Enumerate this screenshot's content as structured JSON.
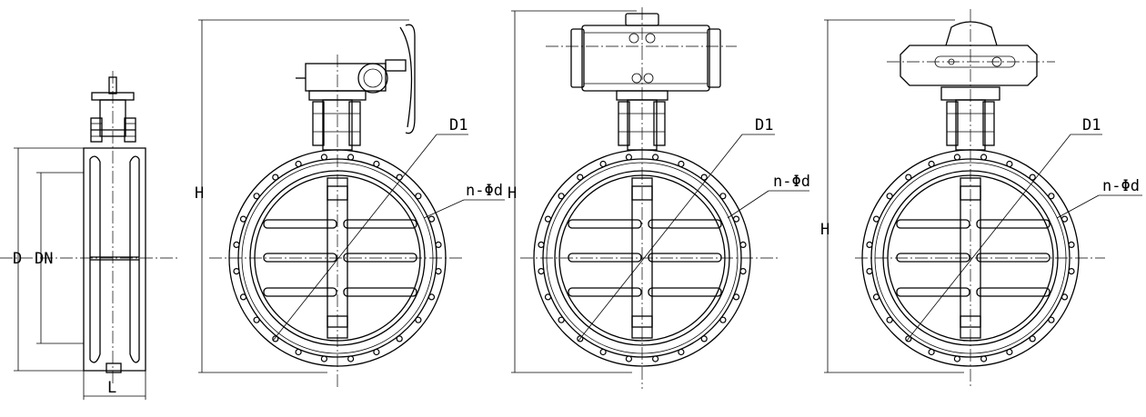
{
  "labels": {
    "D": "D",
    "DN": "DN",
    "L": "L",
    "H": "H",
    "D1": "D1",
    "nphid": "n-Φd"
  },
  "views": [
    {
      "name": "side-view",
      "actuator": "none"
    },
    {
      "name": "front-view-gearbox",
      "actuator": "handwheel-gearbox"
    },
    {
      "name": "front-view-pneumatic",
      "actuator": "pneumatic-actuator"
    },
    {
      "name": "front-view-electric",
      "actuator": "electric-actuator"
    }
  ],
  "colors": {
    "line": "#000000",
    "background": "#ffffff"
  }
}
